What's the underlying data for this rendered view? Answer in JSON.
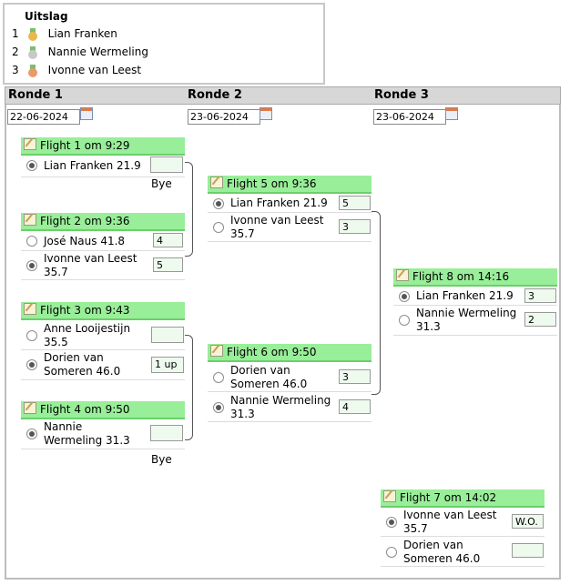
{
  "uitslag": {
    "title": "Uitslag",
    "results": [
      {
        "rank": "1",
        "name": "Lian Franken",
        "medal_color": "#e8b84a"
      },
      {
        "rank": "2",
        "name": "Nannie Wermeling",
        "medal_color": "#c8c8c8"
      },
      {
        "rank": "3",
        "name": "Ivonne van Leest",
        "medal_color": "#e89a6a"
      }
    ]
  },
  "rounds": [
    {
      "label": "Ronde 1",
      "date": "22-06-2024"
    },
    {
      "label": "Ronde 2",
      "date": "23-06-2024"
    },
    {
      "label": "Ronde 3",
      "date": "23-06-2024"
    }
  ],
  "flights": {
    "f1": {
      "title": "Flight 1 om 9:29",
      "players": [
        {
          "name": "Lian Franken 21.9",
          "score": "",
          "selected": true
        }
      ],
      "bye": "Bye"
    },
    "f2": {
      "title": "Flight 2 om 9:36",
      "players": [
        {
          "name": "José Naus 41.8",
          "score": "4",
          "selected": false
        },
        {
          "name": "Ivonne van Leest 35.7",
          "score": "5",
          "selected": true
        }
      ]
    },
    "f3": {
      "title": "Flight 3 om 9:43",
      "players": [
        {
          "name": "Anne Looijestijn 35.5",
          "score": "",
          "selected": false
        },
        {
          "name": "Dorien van Someren 46.0",
          "score": "1 up",
          "selected": true
        }
      ]
    },
    "f4": {
      "title": "Flight 4 om 9:50",
      "players": [
        {
          "name": "Nannie Wermeling 31.3",
          "score": "",
          "selected": true
        }
      ],
      "bye": "Bye"
    },
    "f5": {
      "title": "Flight 5 om 9:36",
      "players": [
        {
          "name": "Lian Franken 21.9",
          "score": "5",
          "selected": true
        },
        {
          "name": "Ivonne van Leest 35.7",
          "score": "3",
          "selected": false
        }
      ]
    },
    "f6": {
      "title": "Flight 6 om 9:50",
      "players": [
        {
          "name": "Dorien van Someren 46.0",
          "score": "3",
          "selected": false
        },
        {
          "name": "Nannie Wermeling 31.3",
          "score": "4",
          "selected": true
        }
      ]
    },
    "f8": {
      "title": "Flight 8 om 14:16",
      "players": [
        {
          "name": "Lian Franken 21.9",
          "score": "3",
          "selected": true
        },
        {
          "name": "Nannie Wermeling 31.3",
          "score": "2",
          "selected": false
        }
      ]
    },
    "f7": {
      "title": "Flight 7 om 14:02",
      "players": [
        {
          "name": "Ivonne van Leest 35.7",
          "score": "W.O.",
          "selected": true
        },
        {
          "name": "Dorien van Someren 46.0",
          "score": "",
          "selected": false
        }
      ]
    }
  },
  "colors": {
    "flight_header": "#99ee99",
    "score_bg": "#effaef",
    "round_bar": "#d7d7d7"
  }
}
